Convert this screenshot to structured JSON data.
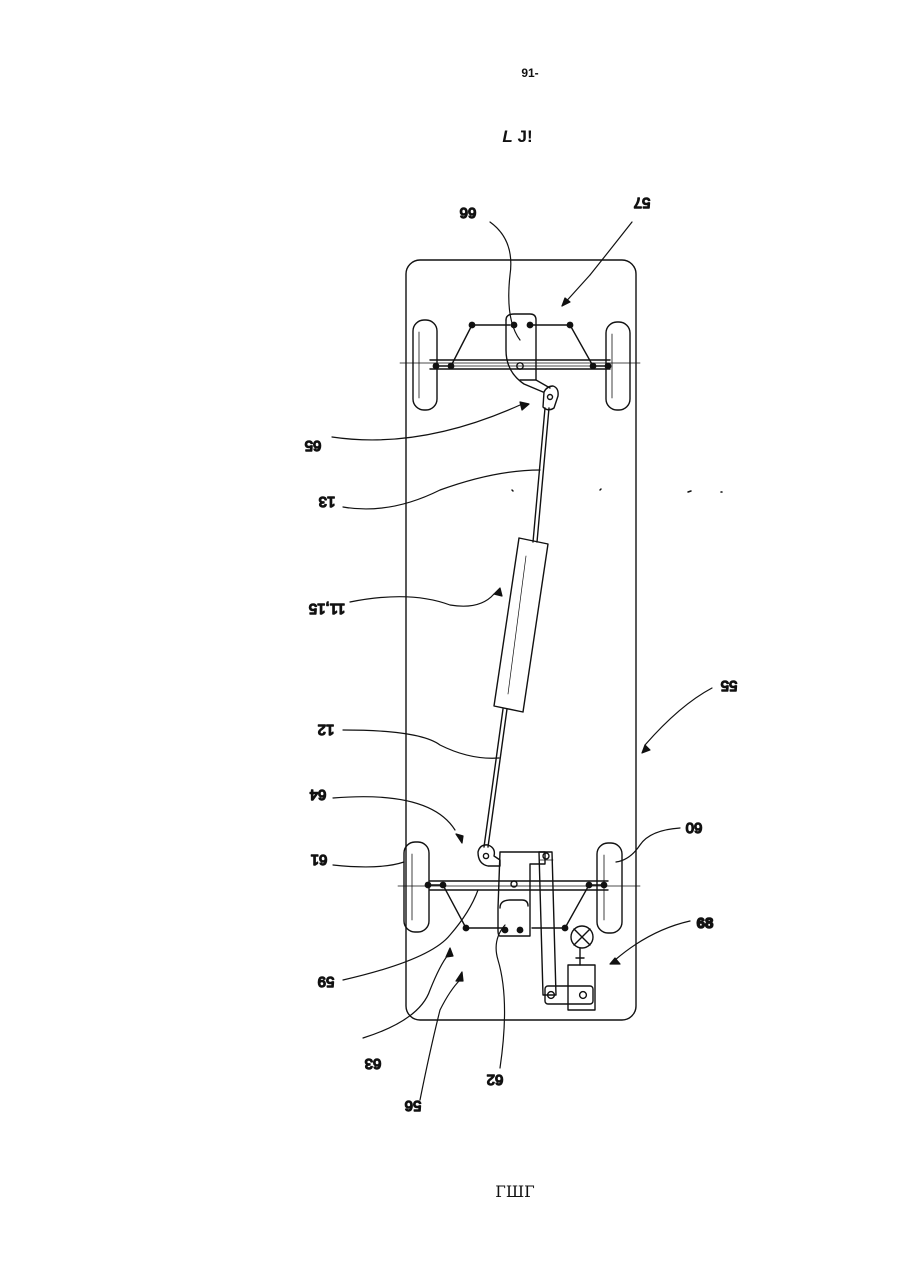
{
  "header": {
    "page_number": "91-",
    "sheet_mark_a": "L",
    "sheet_mark_b": "J!"
  },
  "footer": {
    "mark": "ГШГ"
  },
  "colors": {
    "ink": "#111111",
    "paper": "#ffffff"
  },
  "labels": {
    "l66": "66",
    "l57": "57",
    "l65": "65",
    "l13": "13",
    "l1115": "11,15",
    "l55": "55",
    "l12": "12",
    "l64": "64",
    "l60": "60",
    "l61": "61",
    "l68": "68",
    "l59": "59",
    "l63": "63",
    "l62": "62",
    "l56": "56"
  }
}
